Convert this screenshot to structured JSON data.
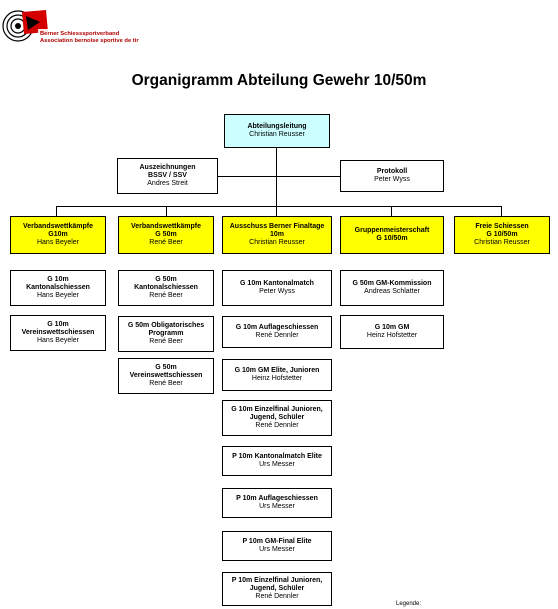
{
  "header": {
    "logo_line1": "Berner Schiesssportverband",
    "logo_line2": "Association bernoise sportive de tir"
  },
  "title": "Organigramm Abteilung Gewehr 10/50m",
  "top": {
    "title": "Abteilungsleitung",
    "person": "Christian Reusser"
  },
  "side_left": {
    "title": "Auszeichnungen\nBSSV / SSV",
    "person": "Andres Streit"
  },
  "side_right": {
    "title": "Protokoll",
    "person": "Peter Wyss"
  },
  "level2": [
    {
      "title": "Verbandswettkämpfe\nG10m",
      "person": "Hans Beyeler"
    },
    {
      "title": "Verbandswettkämpfe\nG 50m",
      "person": "René Beer"
    },
    {
      "title": "Ausschuss Berner Finaltage\n10m",
      "person": "Christian Reusser"
    },
    {
      "title": "Gruppenmeisterschaft\nG 10/50m",
      "person": ""
    },
    {
      "title": "Freie Schiessen\nG 10/50m",
      "person": "Christian Reusser"
    }
  ],
  "col1": [
    {
      "title": "G 10m\nKantonalschiessen",
      "person": "Hans Beyeler"
    },
    {
      "title": "G 10m\nVereinswettschiessen",
      "person": "Hans Beyeler"
    }
  ],
  "col2": [
    {
      "title": "G 50m\nKantonalschiessen",
      "person": "René Beer"
    },
    {
      "title": "G 50m Obligatorisches\nProgramm",
      "person": "René Beer"
    },
    {
      "title": "G 50m\nVereinswettschiessen",
      "person": "René Beer"
    }
  ],
  "col3": [
    {
      "title": "G 10m Kantonalmatch",
      "person": "Peter Wyss"
    },
    {
      "title": "G 10m Auflageschiessen",
      "person": "René Dennler"
    },
    {
      "title": "G 10m GM Elite, Junioren",
      "person": "Heinz Hofstetter"
    },
    {
      "title": "G 10m Einzelfinal Junioren,\nJugend, Schüler",
      "person": "René Dennler"
    },
    {
      "title": "P 10m Kantonalmatch Elite",
      "person": "Urs Messer"
    },
    {
      "title": "P 10m Auflageschiessen",
      "person": "Urs Messer"
    },
    {
      "title": "P 10m GM-Final Elite",
      "person": "Urs Messer"
    },
    {
      "title": "P 10m Einzelfinal Junioren,\nJugend, Schüler",
      "person": "René Dennler"
    }
  ],
  "col4": [
    {
      "title": "G 50m GM-Kommission",
      "person": "Andreas Schlatter"
    },
    {
      "title": "G 10m GM",
      "person": "Heinz Hofstetter"
    }
  ],
  "legend_label": "Legende:",
  "colors": {
    "top": "#ccffff",
    "level2": "#ffff00",
    "logo_red": "#d40000"
  }
}
